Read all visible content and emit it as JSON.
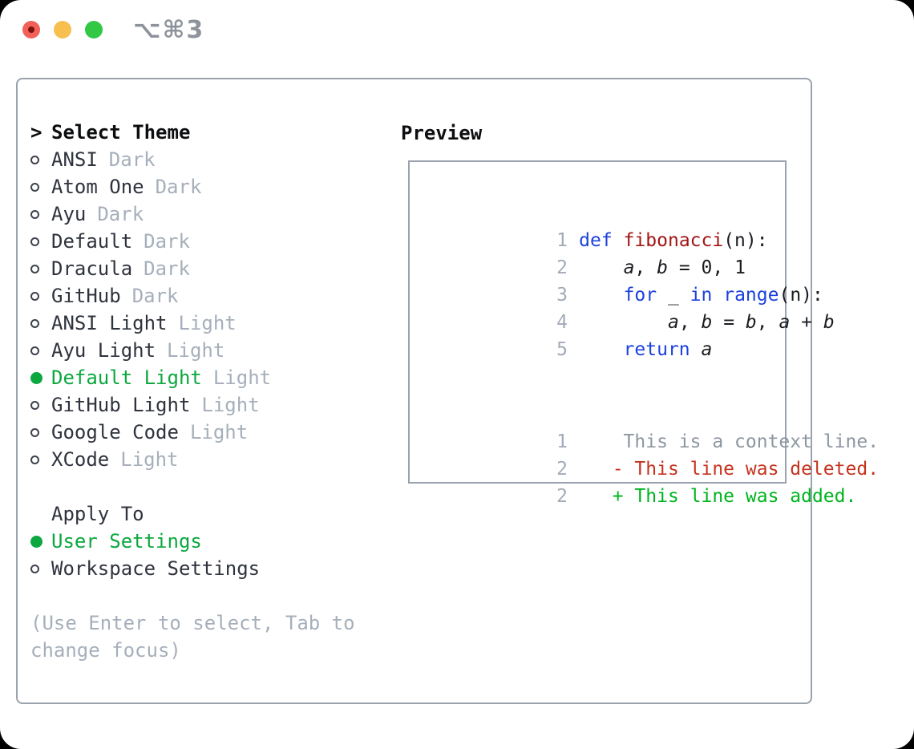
{
  "window": {
    "hotkey": "⌥⌘3",
    "traffic_lights": [
      {
        "name": "close",
        "color": "#f2605a"
      },
      {
        "name": "minimize",
        "color": "#f7bf4d"
      },
      {
        "name": "zoom",
        "color": "#32c846"
      }
    ]
  },
  "colors": {
    "panel_border": "#9aa3ad",
    "text_primary": "#2f333d",
    "text_secondary": "#a6afbb",
    "accent_green": "#0ca83f",
    "diff_added": "#00b41f",
    "diff_deleted": "#c5331f",
    "keyword_blue": "#1c41dd",
    "function_red": "#a31515"
  },
  "theme_selector": {
    "prompt": ">",
    "title": "Select Theme",
    "items": [
      {
        "name": "ANSI",
        "variant": "Dark",
        "selected": false
      },
      {
        "name": "Atom One",
        "variant": "Dark",
        "selected": false
      },
      {
        "name": "Ayu",
        "variant": "Dark",
        "selected": false
      },
      {
        "name": "Default",
        "variant": "Dark",
        "selected": false
      },
      {
        "name": "Dracula",
        "variant": "Dark",
        "selected": false
      },
      {
        "name": "GitHub",
        "variant": "Dark",
        "selected": false
      },
      {
        "name": "ANSI Light",
        "variant": "Light",
        "selected": false
      },
      {
        "name": "Ayu Light",
        "variant": "Light",
        "selected": false
      },
      {
        "name": "Default Light",
        "variant": "Light",
        "selected": true
      },
      {
        "name": "GitHub Light",
        "variant": "Light",
        "selected": false
      },
      {
        "name": "Google Code",
        "variant": "Light",
        "selected": false
      },
      {
        "name": "XCode",
        "variant": "Light",
        "selected": false
      }
    ]
  },
  "apply_to": {
    "title": "Apply To",
    "options": [
      {
        "label": "User Settings",
        "selected": true
      },
      {
        "label": "Workspace Settings",
        "selected": false
      }
    ]
  },
  "help_lines": [
    "(Use Enter to select, Tab to",
    "change focus)"
  ],
  "preview": {
    "title": "Preview",
    "code_lines": [
      {
        "num": "1",
        "tokens": [
          [
            "kw",
            "def"
          ],
          [
            "p",
            " "
          ],
          [
            "fn",
            "fibonacci"
          ],
          [
            "p",
            "(n):"
          ]
        ]
      },
      {
        "num": "2",
        "tokens": [
          [
            "p",
            "    "
          ],
          [
            "v",
            "a"
          ],
          [
            "p",
            ", "
          ],
          [
            "v",
            "b"
          ],
          [
            "p",
            " = 0, 1"
          ]
        ]
      },
      {
        "num": "3",
        "tokens": [
          [
            "p",
            "    "
          ],
          [
            "kw",
            "for"
          ],
          [
            "p",
            " _ "
          ],
          [
            "kw",
            "in"
          ],
          [
            "p",
            " "
          ],
          [
            "kw",
            "range"
          ],
          [
            "p",
            "(n):"
          ]
        ]
      },
      {
        "num": "4",
        "tokens": [
          [
            "p",
            "        "
          ],
          [
            "v",
            "a"
          ],
          [
            "p",
            ", "
          ],
          [
            "v",
            "b"
          ],
          [
            "p",
            " = "
          ],
          [
            "v",
            "b"
          ],
          [
            "p",
            ", "
          ],
          [
            "v",
            "a"
          ],
          [
            "p",
            " + "
          ],
          [
            "v",
            "b"
          ]
        ]
      },
      {
        "num": "5",
        "tokens": [
          [
            "p",
            "    "
          ],
          [
            "kw",
            "return"
          ],
          [
            "p",
            " "
          ],
          [
            "v",
            "a"
          ]
        ]
      }
    ],
    "diff_lines": [
      {
        "num": "1",
        "type": "context",
        "text": "    This is a context line."
      },
      {
        "num": "2",
        "type": "deleted",
        "text": "   - This line was deleted."
      },
      {
        "num": "2",
        "type": "added",
        "text": "   + This line was added."
      }
    ]
  }
}
